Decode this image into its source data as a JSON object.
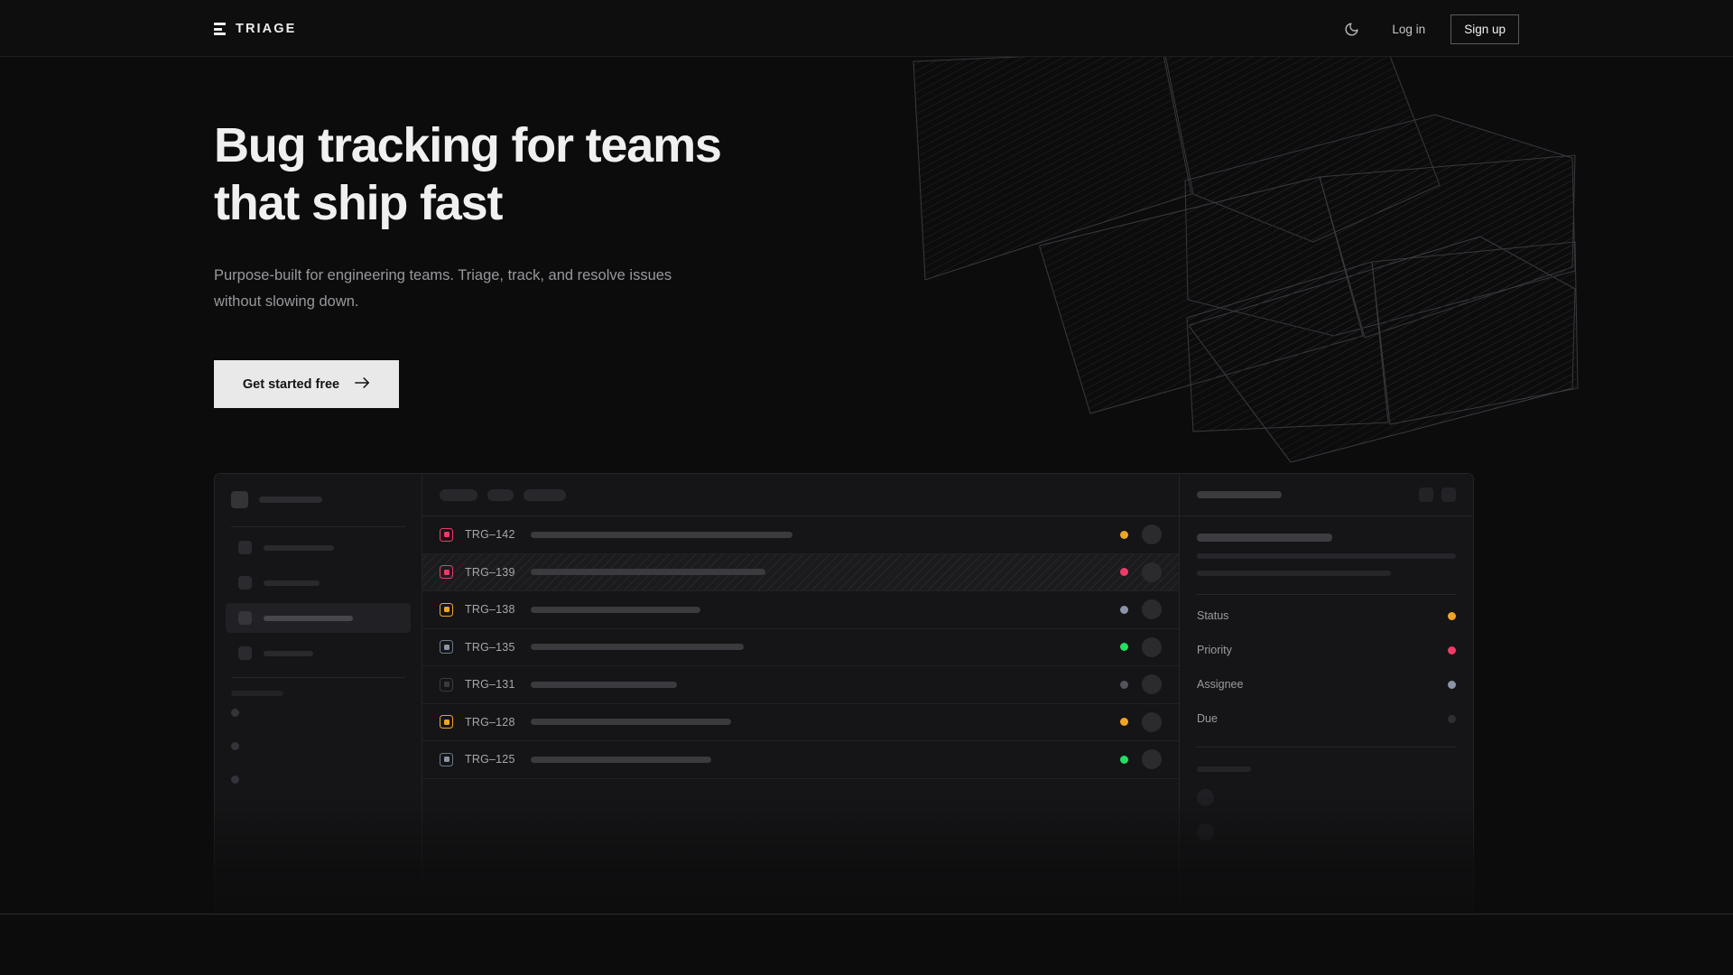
{
  "brand": {
    "name": "TRIAGE",
    "logo_icon": "stacked-bars-icon"
  },
  "nav": {
    "theme_toggle_icon": "moon-icon",
    "login_label": "Log in",
    "signup_label": "Sign up"
  },
  "hero": {
    "title_line1": "Bug tracking for teams",
    "title_line2": "that ship fast",
    "subtitle": "Purpose-built for engineering teams. Triage, track, and resolve issues without slowing down.",
    "cta_label": "Get started free",
    "cta_icon": "arrow-right-icon"
  },
  "colors": {
    "page_bg": "#0c0c0d",
    "panel_bg": "#151517",
    "border": "#262629",
    "accent_amber": "#f0a427",
    "accent_pink": "#ef3a68",
    "accent_slate": "#8a94a6",
    "accent_green": "#25dd62",
    "accent_muted": "#3a3a40",
    "cta_bg": "#e9e9ea",
    "text_primary": "#f0f0f1",
    "text_muted": "#98989c"
  },
  "mockup": {
    "sidebar": {
      "brand_placeholder_width": 70,
      "items": [
        {
          "width": 78,
          "active": false
        },
        {
          "width": 62,
          "active": false
        },
        {
          "width": 99,
          "active": true
        },
        {
          "width": 55,
          "active": false
        }
      ],
      "section_label_width": 58,
      "mini_items": [
        "mini-item-1",
        "mini-item-2",
        "mini-item-3"
      ]
    },
    "list": {
      "filters": [
        {
          "width": 42
        },
        {
          "width": 29
        },
        {
          "width": 47
        }
      ],
      "rows": [
        {
          "id": "TRG–142",
          "title_width": 290,
          "priority_color": "#ef3a68",
          "status_color": "#f0a427",
          "selected": false
        },
        {
          "id": "TRG–139",
          "title_width": 260,
          "priority_color": "#ef3a68",
          "status_color": "#ef3a68",
          "selected": true
        },
        {
          "id": "TRG–138",
          "title_width": 188,
          "priority_color": "#f0a427",
          "status_color": "#8a94a6",
          "selected": false
        },
        {
          "id": "TRG–135",
          "title_width": 236,
          "priority_color": "#8a94a6",
          "status_color": "#25dd62",
          "selected": false
        },
        {
          "id": "TRG–131",
          "title_width": 162,
          "priority_color": "#3a3a40",
          "status_color": "#54545c",
          "selected": false
        },
        {
          "id": "TRG–128",
          "title_width": 222,
          "priority_color": "#f0a427",
          "status_color": "#f0a427",
          "selected": false
        },
        {
          "id": "TRG–125",
          "title_width": 200,
          "priority_color": "#8a94a6",
          "status_color": "#25dd62",
          "selected": false
        }
      ]
    },
    "detail": {
      "header_bar_width": 94,
      "action_buttons": [
        "detail-action-1",
        "detail-action-2"
      ],
      "title_width": 150,
      "body_lines": [
        287,
        215
      ],
      "fields": [
        {
          "label": "Status",
          "dot_color": "#f0a427"
        },
        {
          "label": "Priority",
          "dot_color": "#ef3a68"
        },
        {
          "label": "Assignee",
          "dot_color": "#8a94a6"
        },
        {
          "label": "Due",
          "dot_color": "#2e2e33"
        }
      ],
      "activity_label_width": 60,
      "activity_avatars": [
        "activity-avatar-1",
        "activity-avatar-2"
      ]
    }
  }
}
